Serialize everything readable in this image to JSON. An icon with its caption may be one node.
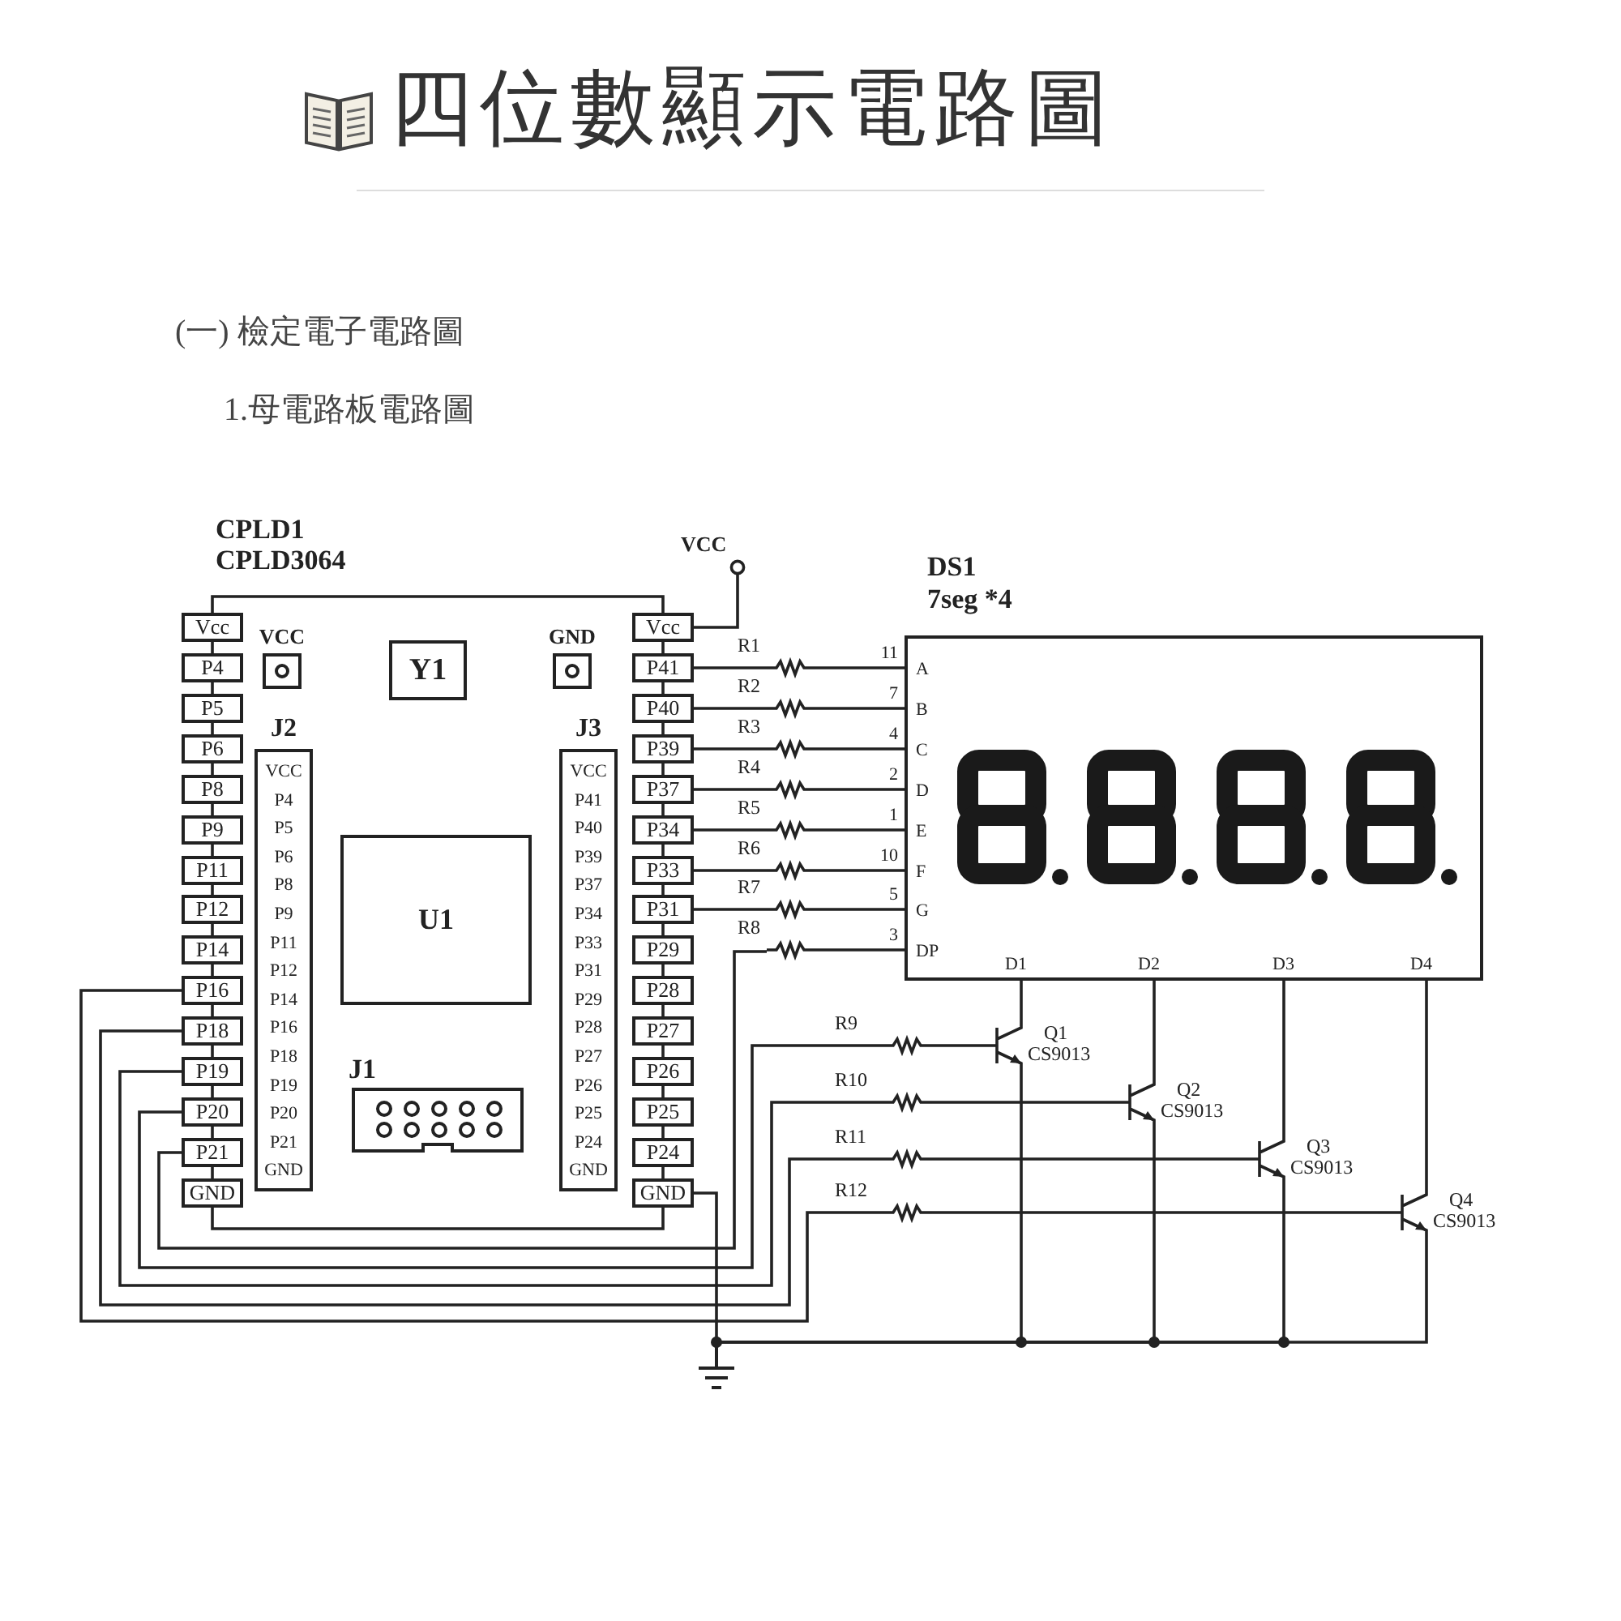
{
  "diagram": {
    "title": "四位數顯示電路圖",
    "nodes": [
      {
        "text": [
          "Vcc"
        ]
      },
      {
        "text": [
          "P4"
        ]
      },
      {
        "text": [
          "P5"
        ]
      },
      {
        "text": [
          "P6"
        ]
      },
      {
        "text": [
          "P8"
        ]
      },
      {
        "text": [
          "P9"
        ]
      },
      {
        "text": [
          "P11"
        ]
      },
      {
        "text": [
          "P12"
        ]
      },
      {
        "text": [
          "P14"
        ]
      },
      {
        "text": [
          "P16"
        ]
      },
      {
        "text": [
          "P18"
        ]
      },
      {
        "text": [
          "P19"
        ]
      },
      {
        "text": [
          "P20"
        ]
      },
      {
        "text": [
          "P21"
        ]
      },
      {
        "text": [
          "GND"
        ]
      },
      {
        "text": [
          "VCC"
        ]
      },
      {
        "text": [
          "Y1"
        ]
      },
      {
        "text": [
          "GND"
        ]
      },
      {
        "text": [
          "J2",
          "VCC",
          "P4",
          "P5",
          "P6",
          "P8",
          "P9",
          "P11",
          "P12",
          "P14",
          "P16",
          "P18",
          "P19",
          "P20",
          "P21",
          "GND"
        ]
      },
      {
        "text": [
          "U1"
        ]
      },
      {
        "text": [
          "J1"
        ]
      },
      {
        "text": [
          "J3",
          "VCC",
          "P41",
          "P40",
          "P39",
          "P37",
          "P34",
          "P33",
          "P31",
          "P29",
          "P28",
          "P27",
          "P26",
          "P25",
          "P24",
          "GND"
        ]
      },
      {
        "text": [
          "Vcc"
        ]
      },
      {
        "text": [
          "P41"
        ]
      },
      {
        "text": [
          "P40"
        ]
      },
      {
        "text": [
          "P39"
        ]
      },
      {
        "text": [
          "P37"
        ]
      },
      {
        "text": [
          "P34"
        ]
      },
      {
        "text": [
          "P33"
        ]
      },
      {
        "text": [
          "P31"
        ]
      },
      {
        "text": [
          "P29"
        ]
      },
      {
        "text": [
          "P28"
        ]
      },
      {
        "text": [
          "P27"
        ]
      },
      {
        "text": [
          "P26"
        ]
      },
      {
        "text": [
          "P25"
        ]
      },
      {
        "text": [
          "P24"
        ]
      },
      {
        "text": [
          "GND"
        ]
      },
      {
        "text": [
          "VCC"
        ]
      },
      {
        "text": [
          "R1"
        ]
      },
      {
        "text": [
          "R2"
        ]
      },
      {
        "text": [
          "R3"
        ]
      },
      {
        "text": [
          "R4"
        ]
      },
      {
        "text": [
          "R5"
        ]
      },
      {
        "text": [
          "R6"
        ]
      },
      {
        "text": [
          "R7"
        ]
      },
      {
        "text": [
          "R8"
        ]
      },
      {
        "text": [
          "DS1",
          "7seg *4",
          "A",
          "B",
          "C",
          "D",
          "E",
          "F",
          "G",
          "DP",
          "D1",
          "D2",
          "D3",
          "D4"
        ]
      },
      {
        "text": [
          "R9"
        ]
      },
      {
        "text": [
          "R10"
        ]
      },
      {
        "text": [
          "R11"
        ]
      },
      {
        "text": [
          "R12"
        ]
      },
      {
        "text": [
          "Q1",
          "CS9013"
        ]
      },
      {
        "text": [
          "Q2",
          "CS9013"
        ]
      },
      {
        "text": [
          "Q3",
          "CS9013"
        ]
      },
      {
        "text": [
          "Q4",
          "CS9013"
        ]
      },
      {
        "text": [],
        "shape": "ground"
      }
    ],
    "edges": [
      {
        "from": 0,
        "to": 22,
        "arrow": "none"
      },
      {
        "from": 22,
        "to": 37,
        "arrow": "none"
      },
      {
        "from": 14,
        "to": 36,
        "arrow": "none"
      },
      {
        "from": 36,
        "to": 55,
        "arrow": "none"
      },
      {
        "from": 23,
        "to": 38,
        "arrow": "none"
      },
      {
        "from": 24,
        "to": 39,
        "arrow": "none"
      },
      {
        "from": 25,
        "to": 40,
        "arrow": "none"
      },
      {
        "from": 26,
        "to": 41,
        "arrow": "none"
      },
      {
        "from": 27,
        "to": 42,
        "arrow": "none"
      },
      {
        "from": 28,
        "to": 43,
        "arrow": "none"
      },
      {
        "from": 29,
        "to": 44,
        "arrow": "none"
      },
      {
        "from": 38,
        "to": 46,
        "arrow": "none",
        "label": "11"
      },
      {
        "from": 39,
        "to": 46,
        "arrow": "none",
        "label": "7"
      },
      {
        "from": 40,
        "to": 46,
        "arrow": "none",
        "label": "4"
      },
      {
        "from": 41,
        "to": 46,
        "arrow": "none",
        "label": "2"
      },
      {
        "from": 42,
        "to": 46,
        "arrow": "none",
        "label": "1"
      },
      {
        "from": 43,
        "to": 46,
        "arrow": "none",
        "label": "10"
      },
      {
        "from": 44,
        "to": 46,
        "arrow": "none",
        "label": "5"
      },
      {
        "from": 45,
        "to": 46,
        "arrow": "none",
        "label": "3"
      },
      {
        "from": 13,
        "to": 45,
        "arrow": "none"
      },
      {
        "from": 12,
        "to": 47,
        "arrow": "none"
      },
      {
        "from": 11,
        "to": 48,
        "arrow": "none"
      },
      {
        "from": 10,
        "to": 49,
        "arrow": "none"
      },
      {
        "from": 9,
        "to": 50,
        "arrow": "none"
      },
      {
        "from": 47,
        "to": 51,
        "arrow": "none"
      },
      {
        "from": 48,
        "to": 52,
        "arrow": "none"
      },
      {
        "from": 49,
        "to": 53,
        "arrow": "none"
      },
      {
        "from": 50,
        "to": 54,
        "arrow": "none"
      },
      {
        "from": 46,
        "to": 51,
        "arrow": "none"
      },
      {
        "from": 46,
        "to": 52,
        "arrow": "none"
      },
      {
        "from": 46,
        "to": 53,
        "arrow": "none"
      },
      {
        "from": 46,
        "to": 54,
        "arrow": "none"
      },
      {
        "from": 51,
        "to": 55,
        "arrow": "none"
      },
      {
        "from": 52,
        "to": 55,
        "arrow": "none"
      },
      {
        "from": 53,
        "to": 55,
        "arrow": "none"
      },
      {
        "from": 54,
        "to": 55,
        "arrow": "none"
      },
      {
        "from": 0,
        "to": 1,
        "arrow": "none"
      },
      {
        "from": 1,
        "to": 2,
        "arrow": "none"
      },
      {
        "from": 2,
        "to": 3,
        "arrow": "none"
      },
      {
        "from": 3,
        "to": 4,
        "arrow": "none"
      },
      {
        "from": 4,
        "to": 5,
        "arrow": "none"
      },
      {
        "from": 5,
        "to": 6,
        "arrow": "none"
      },
      {
        "from": 6,
        "to": 7,
        "arrow": "none"
      },
      {
        "from": 7,
        "to": 8,
        "arrow": "none"
      },
      {
        "from": 8,
        "to": 9,
        "arrow": "none"
      },
      {
        "from": 9,
        "to": 10,
        "arrow": "none"
      },
      {
        "from": 10,
        "to": 11,
        "arrow": "none"
      },
      {
        "from": 11,
        "to": 12,
        "arrow": "none"
      },
      {
        "from": 12,
        "to": 13,
        "arrow": "none"
      },
      {
        "from": 13,
        "to": 14,
        "arrow": "none"
      },
      {
        "from": 22,
        "to": 23,
        "arrow": "none"
      },
      {
        "from": 23,
        "to": 24,
        "arrow": "none"
      },
      {
        "from": 24,
        "to": 25,
        "arrow": "none"
      },
      {
        "from": 25,
        "to": 26,
        "arrow": "none"
      },
      {
        "from": 26,
        "to": 27,
        "arrow": "none"
      },
      {
        "from": 27,
        "to": 28,
        "arrow": "none"
      },
      {
        "from": 28,
        "to": 29,
        "arrow": "none"
      },
      {
        "from": 29,
        "to": 30,
        "arrow": "none"
      },
      {
        "from": 30,
        "to": 31,
        "arrow": "none"
      },
      {
        "from": 31,
        "to": 32,
        "arrow": "none"
      },
      {
        "from": 32,
        "to": 33,
        "arrow": "none"
      },
      {
        "from": 33,
        "to": 34,
        "arrow": "none"
      },
      {
        "from": 34,
        "to": 35,
        "arrow": "none"
      },
      {
        "from": 35,
        "to": 36,
        "arrow": "none"
      }
    ],
    "labels": [
      "(一) 檢定電子電路圖",
      "1.母電路板電路圖",
      "CPLD1",
      "CPLD3064"
    ]
  }
}
